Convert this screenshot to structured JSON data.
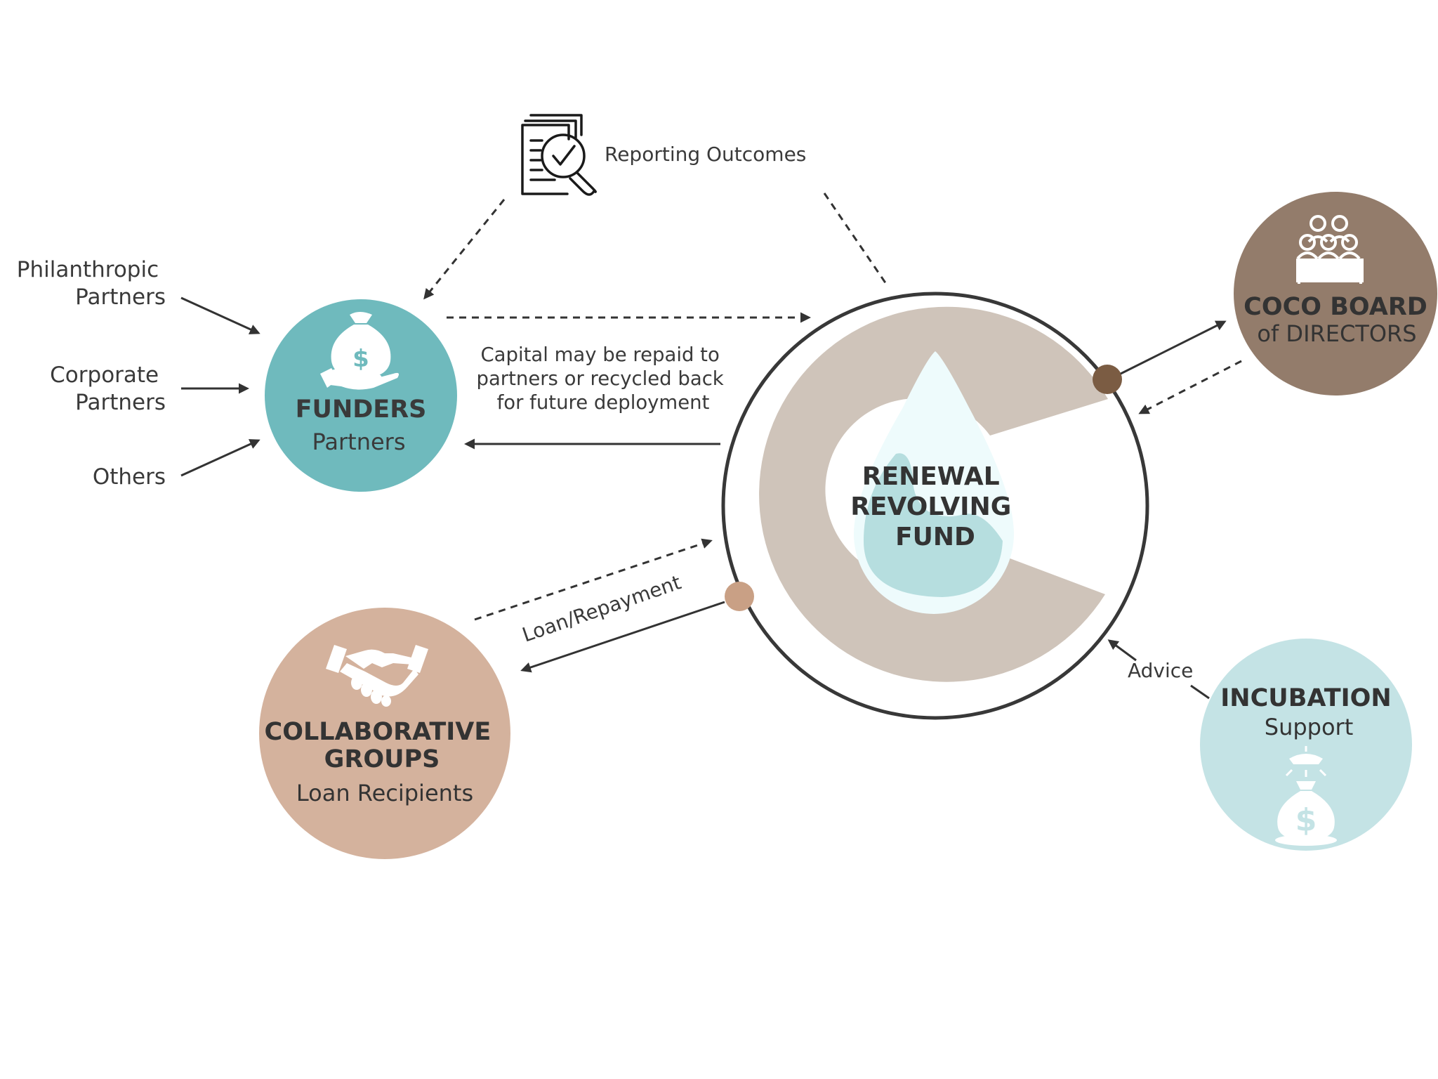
{
  "colors": {
    "funders": "#6fbabd",
    "coco": "#937c6b",
    "collaborative": "#d4b29d",
    "incubation": "#c4e3e5",
    "fund_ring": "#383838",
    "fund_c": "#cfc4ba",
    "drop_outer": "#eefbfc",
    "drop_inner": "#b6dedf",
    "arrow": "#333333",
    "dot_brown": "#7b5c43",
    "dot_tan": "#c9a085",
    "text": "#3a3a3a"
  },
  "reporting": {
    "label": "Reporting Outcomes",
    "icon": "report-magnifier-check-icon"
  },
  "sources": {
    "philanthropic": [
      "Philanthropic",
      "Partners"
    ],
    "corporate": [
      "Corporate",
      "Partners"
    ],
    "others": "Others"
  },
  "funders": {
    "title": "FUNDERS",
    "subtitle": "Partners",
    "icon": "money-bag-in-hand-icon"
  },
  "capital_note": [
    "Capital may be repaid to",
    "partners or recycled back",
    "for future deployment"
  ],
  "fund": {
    "lines": [
      "RENEWAL",
      "REVOLVING",
      "FUND"
    ],
    "icon": "water-drop-icon"
  },
  "coco": {
    "title": "COCO BOARD",
    "subtitle": "of DIRECTORS",
    "icon": "board-of-people-icon"
  },
  "collaborative": {
    "title_lines": [
      "COLLABORATIVE",
      "GROUPS"
    ],
    "subtitle": "Loan Recipients",
    "icon": "handshake-icon"
  },
  "loan_label": "Loan/Repayment",
  "incubation": {
    "title": "INCUBATION",
    "subtitle": "Support",
    "icon": "money-bag-lamp-icon"
  },
  "advice_label": "Advice"
}
